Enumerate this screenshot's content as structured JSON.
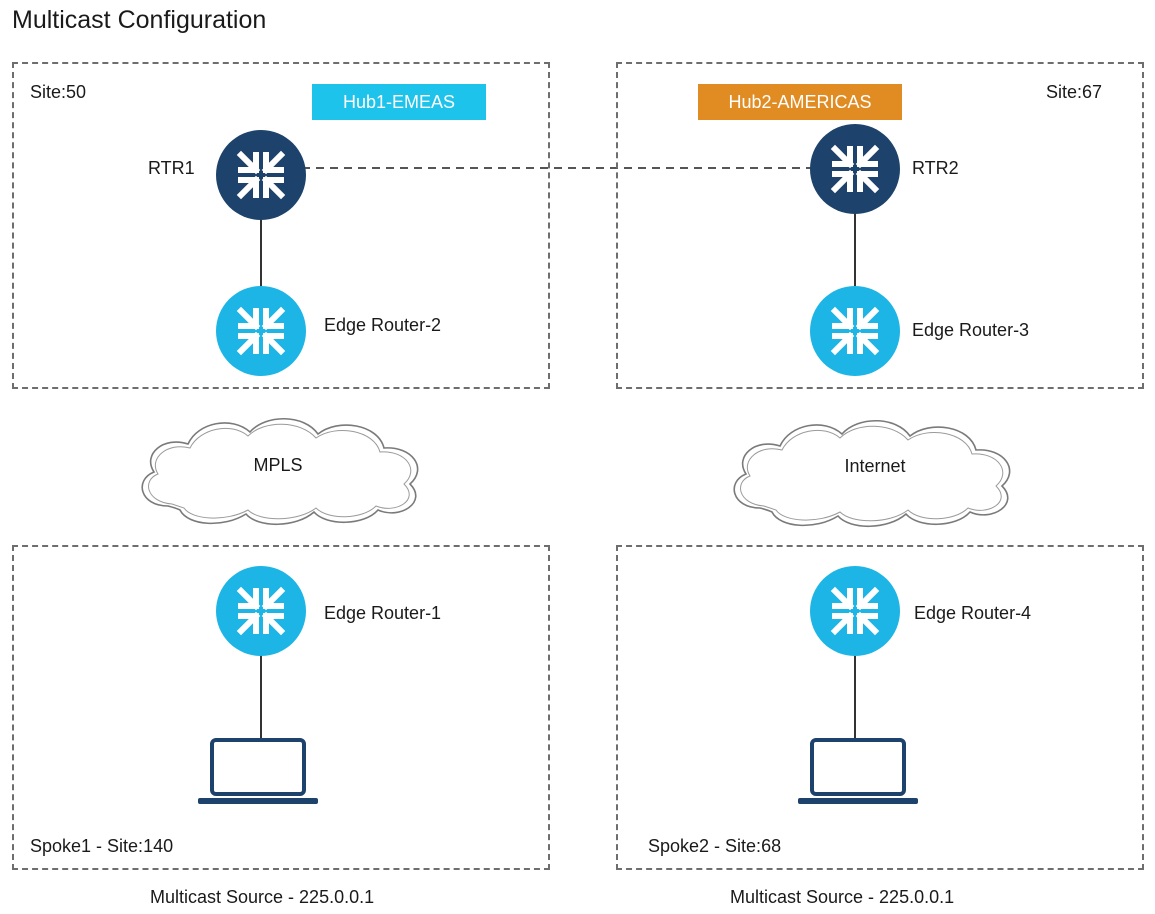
{
  "title": "Multicast Configuration",
  "hub1": {
    "site_label": "Site:50",
    "tag": "Hub1-EMEAS",
    "tag_color": "#1ec3ec",
    "router_label": "RTR1",
    "edge_label": "Edge Router-2"
  },
  "hub2": {
    "site_label": "Site:67",
    "tag": "Hub2-AMERICAS",
    "tag_color": "#e08c23",
    "router_label": "RTR2",
    "edge_label": "Edge Router-3"
  },
  "clouds": {
    "left": "MPLS",
    "right": "Internet"
  },
  "spoke1": {
    "site_label": "Spoke1 - Site:140",
    "edge_label": "Edge Router-1",
    "source": "Multicast Source - 225.0.0.1"
  },
  "spoke2": {
    "site_label": "Spoke2 - Site:68",
    "edge_label": "Edge Router-4",
    "source": "Multicast Source - 225.0.0.1"
  },
  "colors": {
    "router_dark": "#1d426b",
    "router_light": "#1cb5e6",
    "laptop": "#1d426b",
    "border": "#6e6e6e"
  },
  "icons": {
    "router": "router-arrows-icon",
    "cloud": "cloud-icon",
    "laptop": "laptop-icon"
  }
}
